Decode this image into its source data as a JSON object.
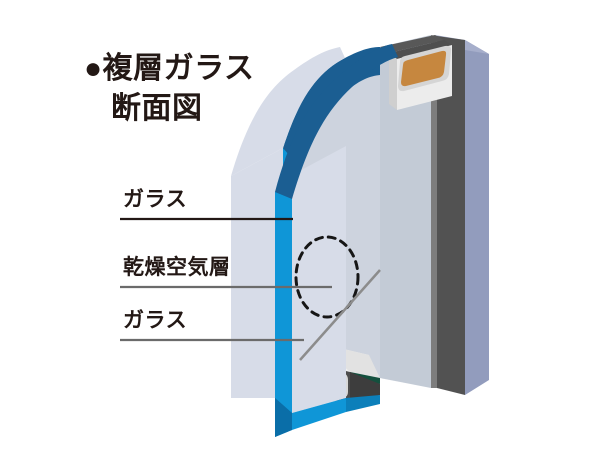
{
  "title": {
    "bullet": "●",
    "line_1": "●複層ガラス",
    "line_2": "断面図"
  },
  "labels": [
    {
      "id": "glass-outer",
      "text": "ガラス"
    },
    {
      "id": "air-gap",
      "text": "乾燥空気層"
    },
    {
      "id": "glass-inner",
      "text": "ガラス"
    }
  ],
  "diagram": {
    "name": "double-glazing-cross-section",
    "parts": [
      {
        "name": "outer-glass-pane",
        "label": "ガラス"
      },
      {
        "name": "dry-air-layer",
        "label": "乾燥空気層"
      },
      {
        "name": "inner-glass-pane",
        "label": "ガラス"
      },
      {
        "name": "top-spacer-bar",
        "label": ""
      },
      {
        "name": "bottom-spacer-bar",
        "label": ""
      }
    ]
  },
  "colors": {
    "text": "#231815",
    "glass_edge_bright_blue": "#0f96d7",
    "glass_edge_dark_blue": "#1b5e92",
    "glass_edge_deep_blue": "#0d4d7d",
    "glass_face_light": "#d7dce8",
    "glass_face_mid": "#c3cbd6",
    "glass_face_shade": "#b7bfcc",
    "spacer_gray": "#525252",
    "spacer_gray_dark": "#4a4a4a",
    "spacer_gray_light": "#9a9a9a",
    "spacer_desiccant_orange": "#c6873f",
    "spacer_casing_white": "#eceded",
    "back_edge_lavender": "#929cbd",
    "leader_line_dark": "#231815",
    "leader_line_gray": "#6b6b6b",
    "background": "#ffffff"
  },
  "annotations": {
    "air_gap_highlight": "dashed-ellipse",
    "leader_count": 3
  }
}
